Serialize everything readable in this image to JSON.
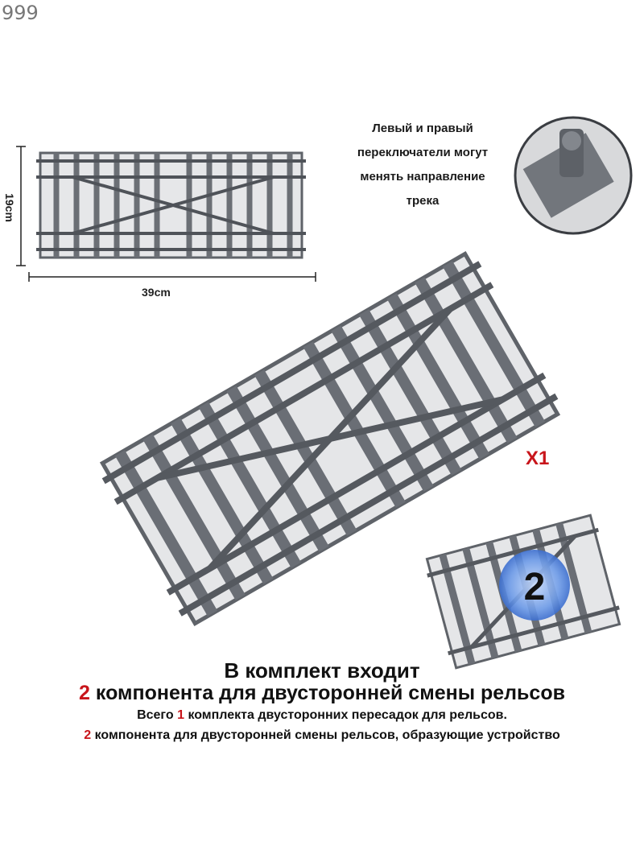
{
  "watermark": "999",
  "dimensions": {
    "width_label": "39cm",
    "height_label": "19cm"
  },
  "callout": {
    "lines": [
      "Левый и правый",
      "переключатели могут",
      "менять направление",
      "трека"
    ]
  },
  "quantity_label": "X1",
  "badge_number": "2",
  "description": {
    "line1": "В комплект входит",
    "line2_num": "2",
    "line2_text": " компонента для двусторонней смены рельсов",
    "line3_pre": "Всего ",
    "line3_num": "1",
    "line3_post": " комплекта двусторонних пересадок для рельсов.",
    "line4_num": "2",
    "line4_text": " компонента для двусторонней смены рельсов, образующие устройство"
  },
  "colors": {
    "accent_red": "#c8151b",
    "track_gray": "#6a6e75",
    "badge_blue": "#4a7fd6"
  }
}
